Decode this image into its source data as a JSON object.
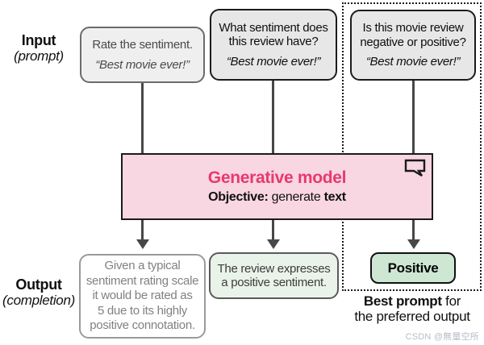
{
  "labels": {
    "input_title": "Input",
    "input_sub": "(prompt)",
    "output_title": "Output",
    "output_sub": "(completion)"
  },
  "inputs": [
    {
      "question": "Rate the sentiment.",
      "quote": "“Best movie ever!”"
    },
    {
      "question": "What sentiment does\nthis review have?",
      "quote": "“Best movie ever!”"
    },
    {
      "question": "Is this movie review\nnegative or positive?",
      "quote": "“Best movie ever!”"
    }
  ],
  "model": {
    "title": "Generative model",
    "objective_label": "Objective:",
    "objective_mid": " generate ",
    "objective_emph": "text",
    "icon": "speech-bubble"
  },
  "outputs": [
    {
      "text": "Given a typical\nsentiment rating scale\nit would be rated as\n5 due to its highly\npositive connotation."
    },
    {
      "text": "The review expresses\na positive sentiment."
    },
    {
      "text": "Positive"
    }
  ],
  "caption": {
    "bold": "Best prompt",
    "line1_rest": " for",
    "line2": "the preferred output"
  },
  "watermark": "CSDN @無量空所",
  "colors": {
    "accent_pink": "#e8396f",
    "model_fill": "#f8d6e2",
    "positive_fill": "#cde7d3",
    "output_green_fill": "#eaf3ea",
    "connector": "#474747"
  }
}
